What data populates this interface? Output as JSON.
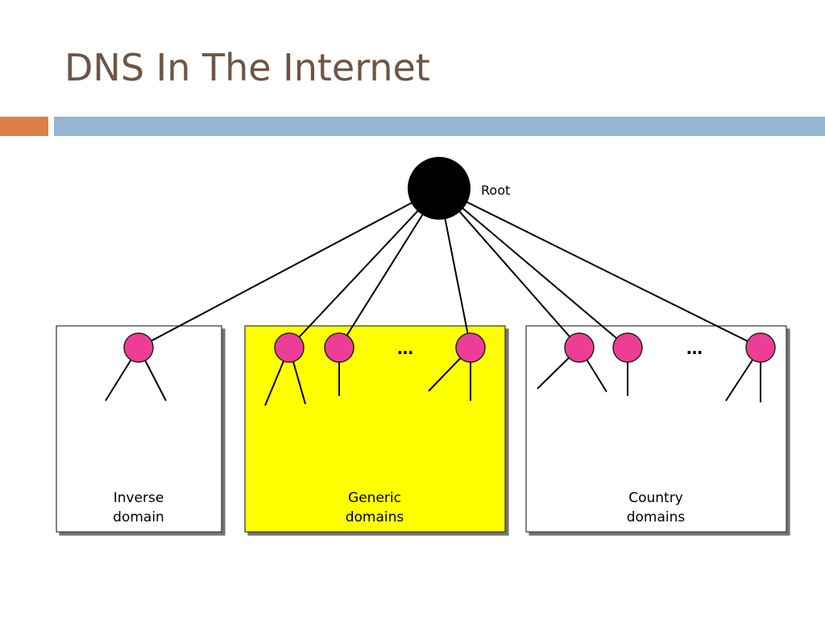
{
  "slide": {
    "title": "DNS In The Internet"
  },
  "colors": {
    "title": "#6e5545",
    "accent_orange": "#dd8047",
    "accent_blue": "#94b6d2",
    "node_fill": "#ee3d96",
    "root_fill": "#000000",
    "generic_box_fill": "#ffff00"
  },
  "diagram": {
    "root_label": "Root",
    "ellipsis": "…",
    "domains": [
      {
        "line1": "Inverse",
        "line2": "domain"
      },
      {
        "line1": "Generic",
        "line2": "domains"
      },
      {
        "line1": "Country",
        "line2": "domains"
      }
    ]
  }
}
